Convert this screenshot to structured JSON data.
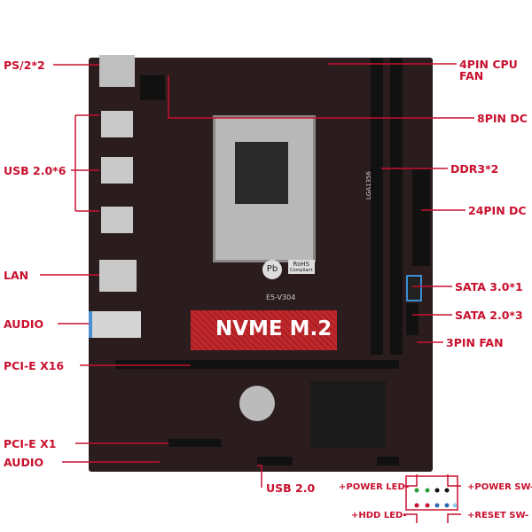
{
  "left_labels": [
    "PS/2*2",
    "USB 2.0*6",
    "LAN",
    "AUDIO",
    "PCI-E X16",
    "PCI-E X1",
    "AUDIO"
  ],
  "right_labels": [
    "4PIN CPU",
    "FAN",
    "8PIN DC",
    "DDR3*2",
    "24PIN DC",
    "SATA 3.0*1",
    "SATA 2.0*3",
    "3PIN FAN"
  ],
  "bottom_label": "USB 2.0",
  "panel": {
    "power_led": "+POWER LED-",
    "power_sw": "+POWER SW-",
    "hdd_led": "+HDD LED-",
    "reset_sw": "+RESET SW-"
  },
  "board": {
    "nvme": "NVME M.2",
    "model": "E5-V304",
    "socket": "LGA1356",
    "rohs": "RoHS",
    "rohs_sub": "Compliant",
    "pb": "Pb"
  },
  "colors": {
    "label": "#c8102e",
    "board": "#2b1c1d",
    "nvme": "#c0282c"
  }
}
